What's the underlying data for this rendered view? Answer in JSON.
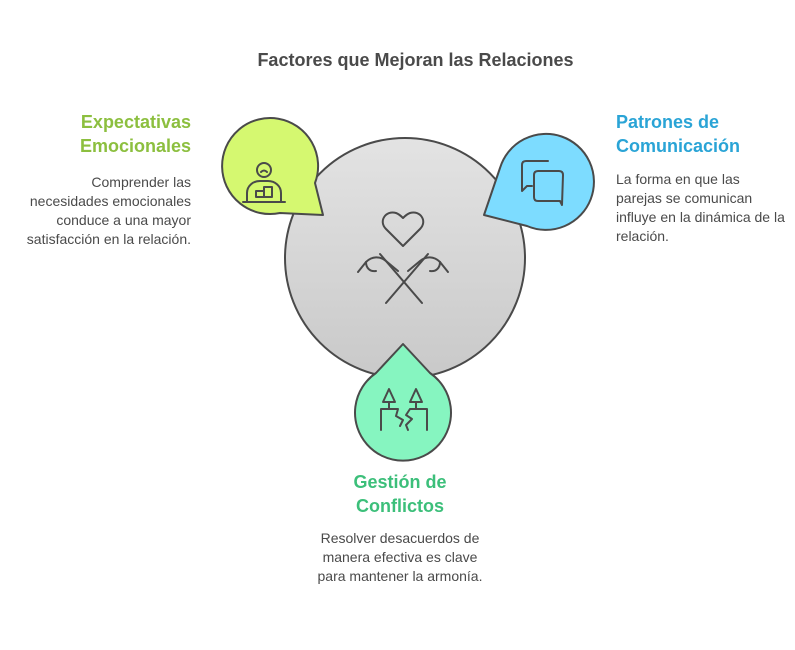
{
  "title": "Factores que Mejoran las Relaciones",
  "center": {
    "icon": "heart-hands-icon"
  },
  "factors": [
    {
      "title": "Expectativas Emocionales",
      "description": "Comprender las necesidades emocionales conduce a una mayor satisfacción en la relación.",
      "color": "#d5f870",
      "title_color": "#8cbf3f",
      "icon": "person-at-desk-icon"
    },
    {
      "title": "Patrones de Comunicación",
      "description": "La forma en que las parejas se comunican influye en la dinámica de la relación.",
      "color": "#7ddcff",
      "title_color": "#2aa4d6",
      "icon": "chat-bubbles-icon"
    },
    {
      "title": "Gestión de Conflictos",
      "description": "Resolver desacuerdos de manera efectiva es clave para mantener la armonía.",
      "color": "#86f5c0",
      "title_color": "#3cbf7a",
      "icon": "split-trees-icon"
    }
  ]
}
